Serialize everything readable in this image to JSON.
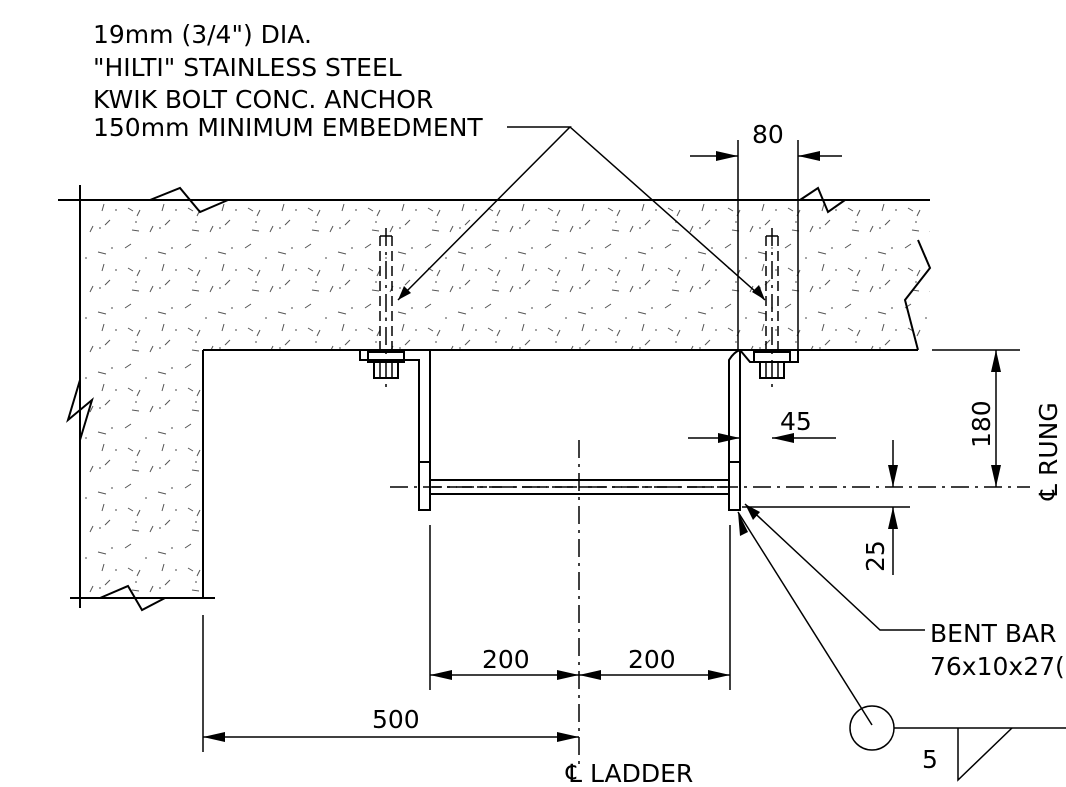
{
  "anchor_note": {
    "line1": "19mm (3/4\") DIA.",
    "line2": "\"HILTI\" STAINLESS STEEL",
    "line3": "KWIK BOLT CONC. ANCHOR",
    "line4": "150mm MINIMUM EMBEDMENT"
  },
  "bent_bar_note": {
    "line1": "BENT BAR",
    "line2": "76x10x27("
  },
  "dimensions": {
    "anchor_offset": "80",
    "rung_offset": "45",
    "rung_depth": "180",
    "rung_thickness": "25",
    "half_width_left": "200",
    "half_width_right": "200",
    "wall_to_centre": "500"
  },
  "labels": {
    "centre_rung": "℄ RUNG",
    "centre_ladder": "℄ LADDER",
    "weld_size": "5"
  }
}
